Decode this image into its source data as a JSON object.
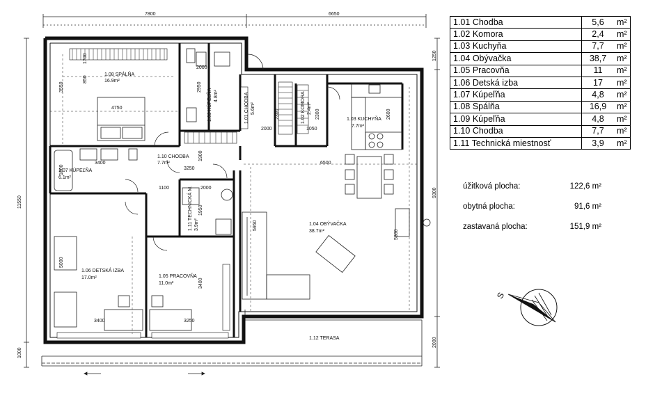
{
  "rooms": [
    {
      "code": "1.01",
      "name": "Chodba",
      "area": "5,6",
      "unit": "m²"
    },
    {
      "code": "1.02",
      "name": "Komora",
      "area": "2,4",
      "unit": "m²"
    },
    {
      "code": "1.03",
      "name": "Kuchyňa",
      "area": "7,7",
      "unit": "m²"
    },
    {
      "code": "1.04",
      "name": "Obývačka",
      "area": "38,7",
      "unit": "m²"
    },
    {
      "code": "1.05",
      "name": "Pracovňa",
      "area": "11",
      "unit": "m²"
    },
    {
      "code": "1.06",
      "name": "Detská izba",
      "area": "17",
      "unit": "m²"
    },
    {
      "code": "1.07",
      "name": "Kúpeľňa",
      "area": "4,8",
      "unit": "m²"
    },
    {
      "code": "1.08",
      "name": "Spálňa",
      "area": "16,9",
      "unit": "m²"
    },
    {
      "code": "1.09",
      "name": "Kúpeľňa",
      "area": "4,8",
      "unit": "m²"
    },
    {
      "code": "1.10",
      "name": "Chodba",
      "area": "7,7",
      "unit": "m²"
    },
    {
      "code": "1.11",
      "name": "Technická miestnosť",
      "area": "3,9",
      "unit": "m²"
    }
  ],
  "summary": [
    {
      "label": "úžitková plocha:",
      "value": "122,6 m²"
    },
    {
      "label": "obytná plocha:",
      "value": "91,6 m²"
    },
    {
      "label": "zastavaná plocha:",
      "value": "151,9 m²"
    }
  ],
  "plan_labels": {
    "r108": "1.08 SPÁLŇA",
    "r108a": "16.9m²",
    "r109": "1.09 KÚPEĽŇA",
    "r109a": "4.8m²",
    "r101": "1.01 CHODBA",
    "r101a": "5.6m²",
    "r102": "1.02 KOMORA",
    "r102a": "2.4m²",
    "r103": "1.03 KUCHYŇA",
    "r103a": "7.7m²",
    "r110": "1.10 CHODBA",
    "r110a": "7.7m²",
    "r107": "1.07 KÚPEĽŇA",
    "r107a": "6.1m²",
    "r111": "1.11 TECHNICKÁ M.",
    "r111a": "3.9m²",
    "r104": "1.04 OBÝVAČKA",
    "r104a": "38.7m²",
    "r106": "1.06 DETSKÁ IZBA",
    "r106a": "17.0m²",
    "r105": "1.05 PRACOVŇA",
    "r105a": "11.0m²",
    "r112": "1.12 TERASA"
  },
  "dimensions": {
    "top_left": "7800",
    "top_right": "6650",
    "left_total": "11550",
    "right_upper": "1250",
    "right_main": "9300",
    "right_terrace": "2000",
    "left_terrace": "1000",
    "d1700": "1700",
    "d850": "850",
    "d3550": "3550",
    "d4750": "4750",
    "d2000a": "2000",
    "d2950": "2950",
    "d2000b": "2000",
    "d2300a": "2300",
    "d1050": "1050",
    "d2300b": "2300",
    "d2600": "2600",
    "d3400a": "3400",
    "d1800": "1800",
    "d3250a": "3250",
    "d1900": "1900",
    "d6500": "6500",
    "d1100": "1100",
    "d2000c": "2000",
    "d1950": "1950",
    "d5950": "5950",
    "d5800": "5800",
    "d5000": "5000",
    "d3400b": "3400",
    "d3400c": "3400",
    "d3250b": "3250"
  },
  "north_label": "S"
}
